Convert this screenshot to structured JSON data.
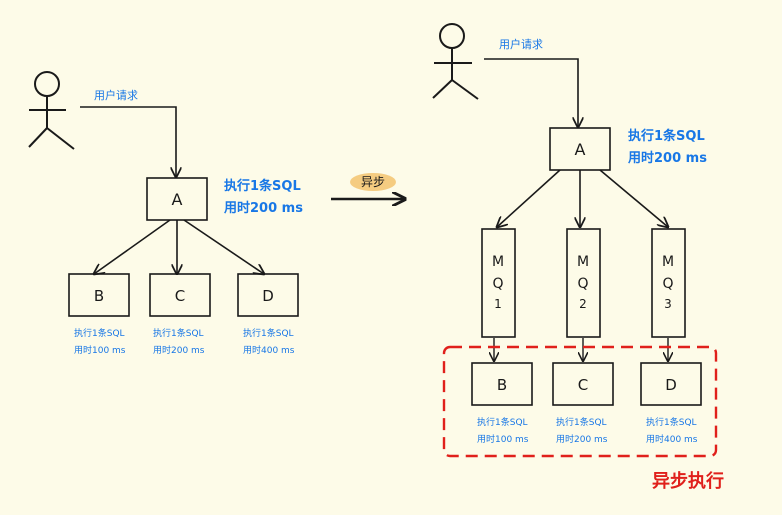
{
  "left": {
    "request_label": "用户请求",
    "node_a": "A",
    "a_note": [
      "执行1条SQL",
      "用时200 ms"
    ],
    "nodes": [
      {
        "label": "B",
        "note": [
          "执行1条SQL",
          "用时100 ms"
        ]
      },
      {
        "label": "C",
        "note": [
          "执行1条SQL",
          "用时200 ms"
        ]
      },
      {
        "label": "D",
        "note": [
          "执行1条SQL",
          "用时400 ms"
        ]
      }
    ]
  },
  "transition_label": "异步",
  "right": {
    "request_label": "用户请求",
    "node_a": "A",
    "a_note": [
      "执行1条SQL",
      "用时200 ms"
    ],
    "queues": [
      {
        "chars": [
          "M",
          "Q",
          "1"
        ]
      },
      {
        "chars": [
          "M",
          "Q",
          "2"
        ]
      },
      {
        "chars": [
          "M",
          "Q",
          "3"
        ]
      }
    ],
    "nodes": [
      {
        "label": "B",
        "note": [
          "执行1条SQL",
          "用时100 ms"
        ]
      },
      {
        "label": "C",
        "note": [
          "执行1条SQL",
          "用时200 ms"
        ]
      },
      {
        "label": "D",
        "note": [
          "执行1条SQL",
          "用时400 ms"
        ]
      }
    ],
    "async_label": "异步执行"
  },
  "colors": {
    "ink": "#1a1a1a",
    "note_blue": "#1877e6",
    "red": "#e0201b",
    "highlight": "#f4c775",
    "bg": "#fdfbe8"
  }
}
